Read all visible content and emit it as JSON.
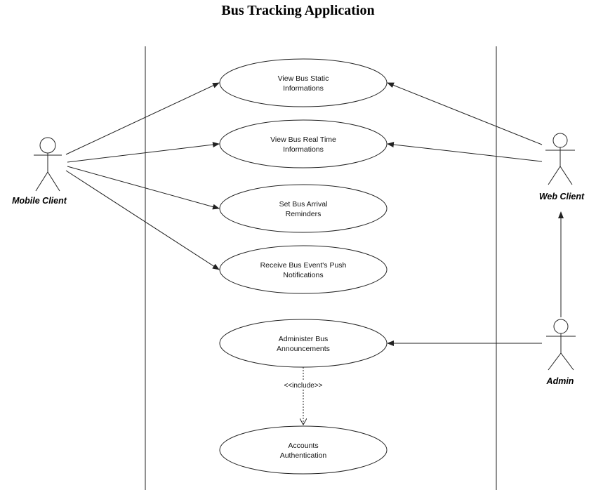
{
  "title": "Bus Tracking Application",
  "actors": {
    "mobile": "Mobile Client",
    "web": "Web Client",
    "admin": "Admin"
  },
  "use_cases": [
    {
      "id": "uc1",
      "lines": [
        "View Bus Static",
        "Informations"
      ]
    },
    {
      "id": "uc2",
      "lines": [
        "View Bus Real Time",
        "Informations"
      ]
    },
    {
      "id": "uc3",
      "lines": [
        "Set Bus Arrival",
        "Reminders"
      ]
    },
    {
      "id": "uc4",
      "lines": [
        "Receive Bus Event's Push",
        "Notifications"
      ]
    },
    {
      "id": "uc5",
      "lines": [
        "Administer Bus",
        "Announcements"
      ]
    },
    {
      "id": "uc6",
      "lines": [
        "Accounts",
        "Authentication"
      ]
    }
  ],
  "include_label": "<<include>>"
}
